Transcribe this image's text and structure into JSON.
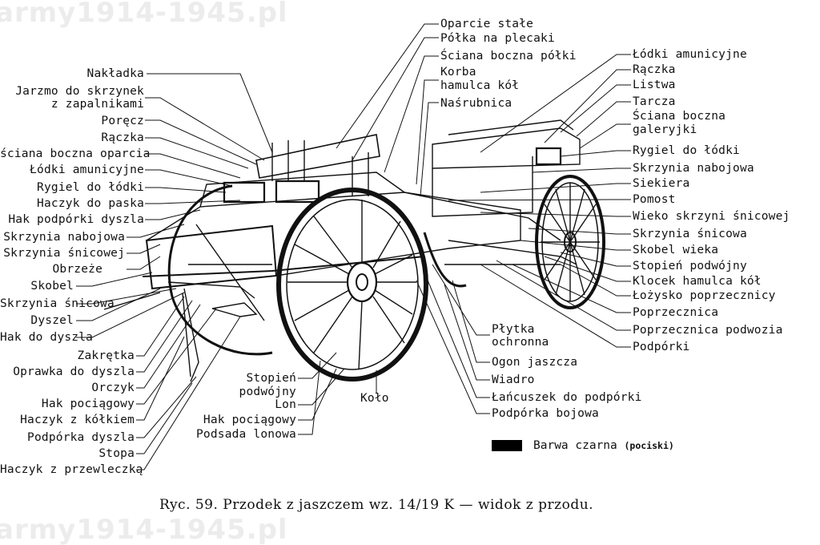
{
  "watermarks": [
    "army1914-1945.pl",
    "army1914-1945.pl"
  ],
  "caption": "Ryc. 59.  Przodek z jaszczem wz. 14/19 K — widok z przodu.",
  "legend": {
    "swatch_color": "#000000",
    "text": "Barwa czarna",
    "note": "(pociski)"
  },
  "labels_left": [
    "Nakładka",
    "Jarzmo do skrzynek",
    "z zapalnikami",
    "Poręcz",
    "Rączka",
    "ściana boczna oparcia",
    "Łódki amunicyjne",
    "Rygiel do łódki",
    "Haczyk do paska",
    "Hak podpórki dyszla",
    "Skrzynia nabojowa",
    "Skrzynia śnicowej",
    "Obrzeże",
    "Skobel",
    "Skrzynia śnicowa",
    "Dyszel",
    "Hak do dyszla",
    "Zakrętka",
    "Oprawka do dyszla",
    "Orczyk",
    "Hak pociągowy",
    "Haczyk z kółkiem",
    "Podpórka dyszla",
    "Stopa",
    "Haczyk z przewleczką"
  ],
  "labels_top": [
    "Oparcie stałe",
    "Półka na plecaki",
    "Ściana boczna półki",
    "Korba",
    "hamulca kół",
    "Naśrubnica"
  ],
  "labels_right": [
    "Łódki amunicyjne",
    "Rączka",
    "Listwa",
    "Tarcza",
    "Ściana boczna",
    "galeryjki",
    "Rygiel do łódki",
    "Skrzynia nabojowa",
    "Siekiera",
    "Pomost",
    "Wieko skrzyni śnicowej",
    "Skrzynia śnicowa",
    "Skobel wieka",
    "Stopień podwójny",
    "Klocek hamulca kół",
    "Łożysko poprzecznicy",
    "Poprzecznica",
    "Poprzecznica podwozia",
    "Podpórki"
  ],
  "labels_bottom": [
    "Płytka",
    "ochronna",
    "Ogon jaszcza",
    "Wiadro",
    "Łańcuszek do podpórki",
    "Podpórka bojowa",
    "Stopień",
    "podwójny",
    "Lon",
    "Hak pociągowy",
    "Podsada lonowa",
    "Koło"
  ]
}
